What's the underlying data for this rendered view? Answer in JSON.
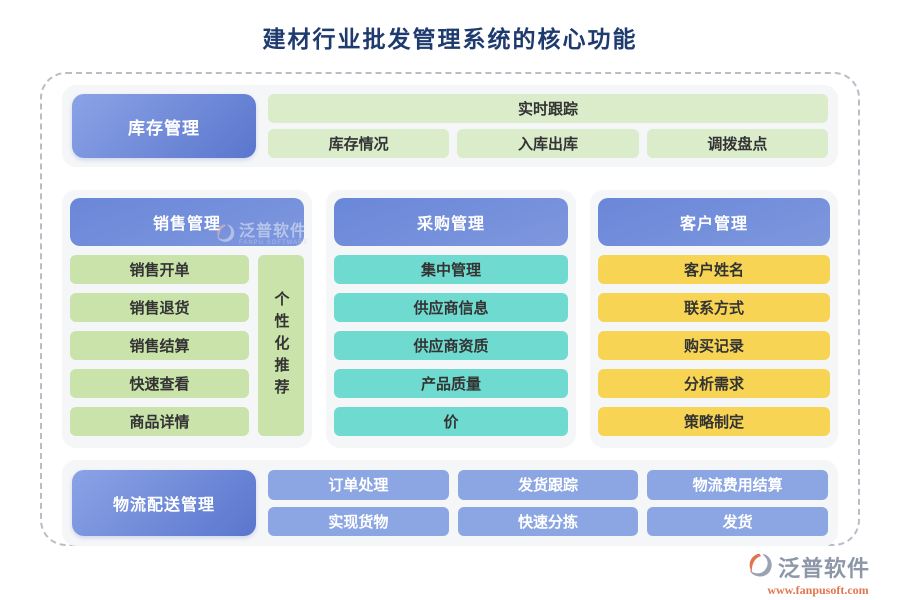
{
  "page_title": "建材行业批发管理系统的核心功能",
  "sections": {
    "inventory": {
      "label": "库存管理",
      "featured_item": "实时跟踪",
      "items": [
        "库存情况",
        "入库出库",
        "调拨盘点"
      ]
    },
    "sales": {
      "label": "销售管理",
      "items": [
        "销售开单",
        "销售退货",
        "销售结算",
        "快速查看",
        "商品详情"
      ],
      "side_strip": "个性化推荐"
    },
    "purchase": {
      "label": "采购管理",
      "items": [
        "集中管理",
        "供应商信息",
        "供应商资质",
        "产品质量",
        "价"
      ]
    },
    "customer": {
      "label": "客户管理",
      "items": [
        "客户姓名",
        "联系方式",
        "购买记录",
        "分析需求",
        "策略制定"
      ]
    },
    "logistics": {
      "label": "物流配送管理",
      "items": [
        "订单处理",
        "发货跟踪",
        "物流费用结算",
        "实现货物",
        "快速分拣",
        "发货"
      ]
    }
  },
  "watermark": {
    "brand": "泛普软件",
    "brand_sub": "FANPU SOFTWARE"
  },
  "footer_logo": {
    "brand": "泛普软件",
    "url": "www.fanpusoft.com"
  },
  "colors": {
    "title_text": "#1e3a6e",
    "header_gradient_start": "#8ba3e6",
    "header_gradient_end": "#5a76cd",
    "green_light": "#daecca",
    "green": "#c9e3ab",
    "teal": "#6fdbd0",
    "yellow": "#f8d455",
    "blue_item": "#8ca6e3",
    "logo_gray": "#8d97a8",
    "logo_url_orange": "#e0764f"
  }
}
